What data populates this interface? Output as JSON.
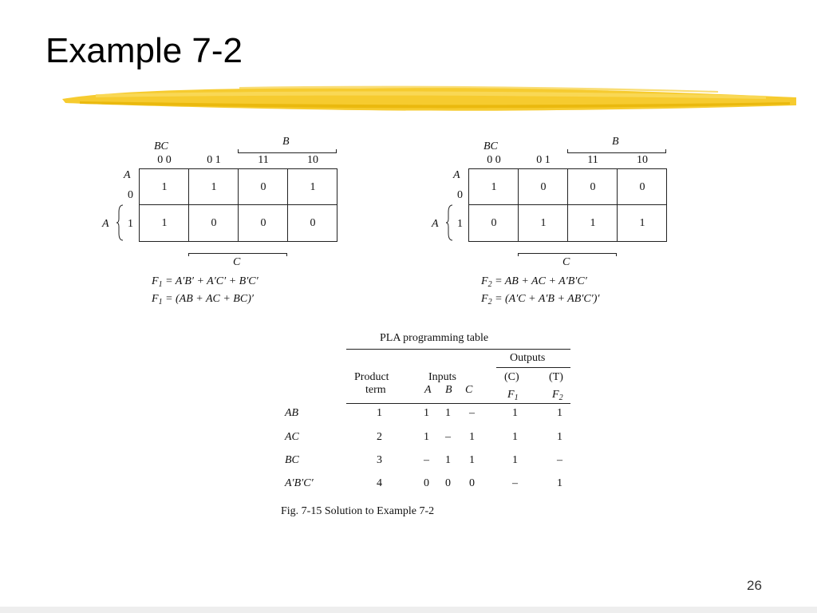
{
  "slide": {
    "title": "Example 7-2",
    "page_number": "26"
  },
  "kmap_left": {
    "row_var": "A",
    "col_var": "BC",
    "col_bar_label": "B",
    "bottom_bar_label": "C",
    "side_label": "A",
    "col_headers": [
      "0 0",
      "0 1",
      "11",
      "10"
    ],
    "row_labels": [
      "0",
      "1"
    ],
    "cells": [
      [
        "1",
        "1",
        "0",
        "1"
      ],
      [
        "1",
        "0",
        "0",
        "0"
      ]
    ],
    "eq1_func": "F",
    "eq1_sub": "1",
    "eq1_rhs": "= A′B′ + A′C′ + B′C′",
    "eq2_func": "F",
    "eq2_sub": "1",
    "eq2_rhs": "= (AB + AC + BC)′"
  },
  "kmap_right": {
    "row_var": "A",
    "col_var": "BC",
    "col_bar_label": "B",
    "bottom_bar_label": "C",
    "side_label": "A",
    "col_headers": [
      "0 0",
      "0 1",
      "11",
      "10"
    ],
    "row_labels": [
      "0",
      "1"
    ],
    "cells": [
      [
        "1",
        "0",
        "0",
        "0"
      ],
      [
        "0",
        "1",
        "1",
        "1"
      ]
    ],
    "eq1_func": "F",
    "eq1_sub": "2",
    "eq1_rhs": "= AB + AC + A′B′C′",
    "eq2_func": "F",
    "eq2_sub": "2",
    "eq2_rhs": "= (A′C + A′B + AB′C′)′"
  },
  "pla_table": {
    "title": "PLA programming table",
    "outputs_header": "Outputs",
    "product_header_1": "Product",
    "product_header_2": "term",
    "inputs_header": "Inputs",
    "input_cols": [
      "A",
      "B",
      "C"
    ],
    "output_c": "(C)",
    "output_t": "(T)",
    "f1": "F",
    "f1_sub": "1",
    "f2": "F",
    "f2_sub": "2",
    "rows": [
      {
        "term": "AB",
        "num": "1",
        "a": "1",
        "b": "1",
        "c": "–",
        "f1": "1",
        "f2": "1"
      },
      {
        "term": "AC",
        "num": "2",
        "a": "1",
        "b": "–",
        "c": "1",
        "f1": "1",
        "f2": "1"
      },
      {
        "term": "BC",
        "num": "3",
        "a": "–",
        "b": "1",
        "c": "1",
        "f1": "1",
        "f2": "–"
      },
      {
        "term": "A′B′C′",
        "num": "4",
        "a": "0",
        "b": "0",
        "c": "0",
        "f1": "–",
        "f2": "1"
      }
    ]
  },
  "figure_caption": "Fig. 7-15  Solution to Example 7-2",
  "colors": {
    "brush_highlight": "#f5c518",
    "brush_dark": "#e0a800"
  }
}
